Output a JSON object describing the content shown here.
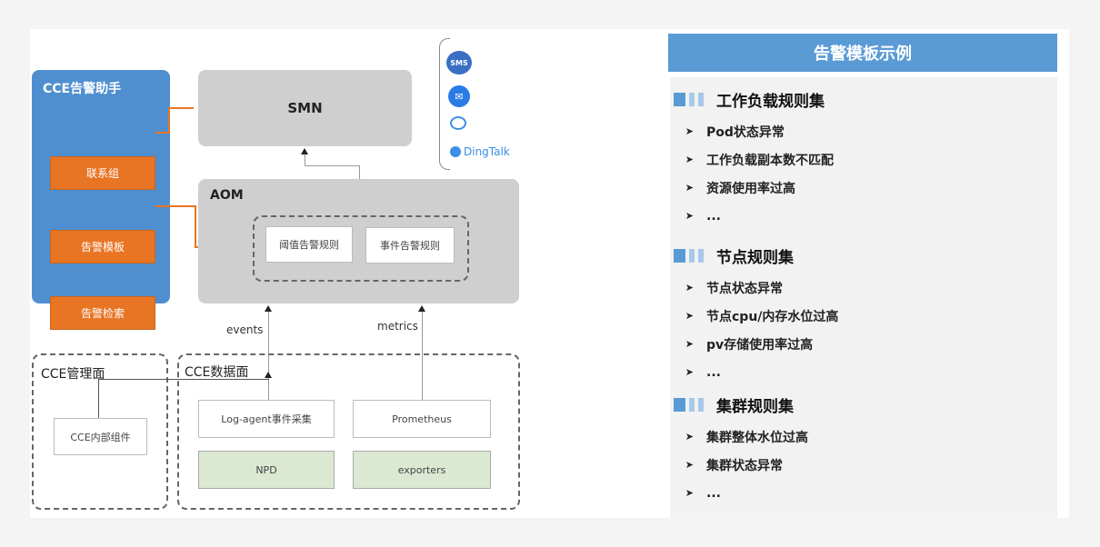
{
  "diagram": {
    "assistant": {
      "title": "CCE告警助手",
      "items": [
        "联系组",
        "告警模板",
        "告警检索"
      ]
    },
    "smn": {
      "label": "SMN"
    },
    "channels": {
      "sms": "SMS",
      "dingtalk": "DingTalk"
    },
    "aom": {
      "label": "AOM",
      "rules": [
        "阈值告警规则",
        "事件告警规则"
      ]
    },
    "flows": {
      "events": "events",
      "metrics": "metrics"
    },
    "mgmt_plane": {
      "label": "CCE管理面",
      "component": "CCE内部组件"
    },
    "data_plane": {
      "label": "CCE数据面",
      "log_agent": "Log-agent事件采集",
      "prometheus": "Prometheus",
      "npd": "NPD",
      "exporters": "exporters"
    }
  },
  "templates": {
    "title": "告警模板示例",
    "sections": [
      {
        "title": "工作负载规则集",
        "items": [
          "Pod状态异常",
          "工作负载副本数不匹配",
          "资源使用率过高",
          "..."
        ]
      },
      {
        "title": "节点规则集",
        "items": [
          "节点状态异常",
          "节点cpu/内存水位过高",
          "pv存储使用率过高",
          "..."
        ]
      },
      {
        "title": "集群规则集",
        "items": [
          "集群整体水位过高",
          "集群状态异常",
          "..."
        ]
      }
    ]
  }
}
